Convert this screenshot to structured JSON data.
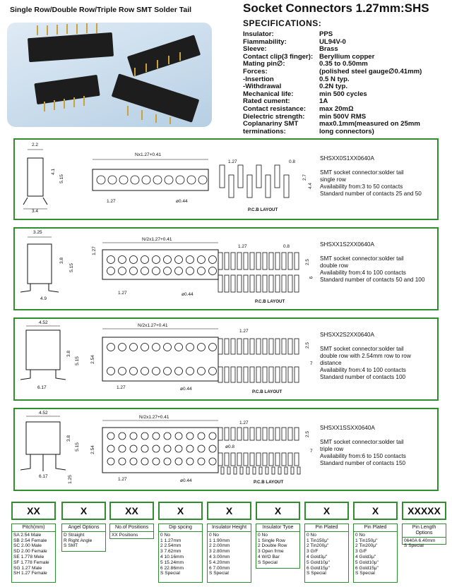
{
  "header": {
    "left_title": "Single Row/Double Row/Triple Row SMT Solder Tail",
    "right_title": "Socket Connectors 1.27mm:SHS"
  },
  "specs": {
    "title": "SPECIFICATIONS:",
    "rows": [
      {
        "k": "Insulator:",
        "v": "PPS"
      },
      {
        "k": "Fiammability:",
        "v": "UL94V-0"
      },
      {
        "k": "Sleeve:",
        "v": "Brass"
      },
      {
        "k": "Contact clip(3 finger):",
        "v": "Beryllium copper"
      },
      {
        "k": "Mating pin∅:",
        "v": "0.35 to 0.50mm"
      },
      {
        "k": "Forces:",
        "v": "(polished steel gauge∅0.41mm)"
      },
      {
        "k": "-Insertion",
        "v": "0.5 N typ."
      },
      {
        "k": "-Withdrawal",
        "v": "0.2N typ."
      },
      {
        "k": "Mechanical life:",
        "v": " min 500 cycles"
      },
      {
        "k": "Rated cument:",
        "v": " 1A"
      },
      {
        "k": "Contact resistance:",
        "v": " max 20mΩ"
      },
      {
        "k": "Dielectric strength:",
        "v": " min 500V RMS"
      },
      {
        "k": "Coplanariny SMT",
        "v": " max0.1mm(measured on 25mm"
      },
      {
        "k": "terminations:",
        "v": " long connectors)"
      }
    ]
  },
  "panels": [
    {
      "dims": {
        "w": "2.2",
        "h1": "4.1",
        "h2": "5.15",
        "base": "3.4",
        "top": "Nx1.27+0.41",
        "pitch": "1.27",
        "pin": "ø0.44"
      },
      "pcb": {
        "a": "1.27",
        "b": "0.8",
        "c": "2.7",
        "d": "4.4",
        "label": "P.C.B LAYOUT"
      },
      "desc": [
        "SHSXX0S1XX0640A",
        "",
        "SMT socket connector:solder tail",
        "single row",
        "Availability from:3 to 50 contacts",
        "Standard number of contacts 25 and 50"
      ]
    },
    {
      "dims": {
        "w": "3.25",
        "h1": "3.8",
        "h2": "5.15",
        "base": "4.9",
        "top": "N/2x1.27+0.41",
        "pitch": "1.27",
        "side": "1.27",
        "pin": "ø0.44"
      },
      "pcb": {
        "a": "1.27",
        "b": "0.8",
        "c": "2.5",
        "d": "6",
        "label": "P.C.B LAYOUT"
      },
      "desc": [
        "SHSXX1S2XX0640A",
        "",
        "SMT socket connector:solder tail",
        "double row",
        "Availability from:4 to 100 contacts",
        "Standard number of contacts 50 and 100"
      ]
    },
    {
      "dims": {
        "w": "4.52",
        "h1": "3.8",
        "h2": "5.15",
        "base": "6.17",
        "top": "N/2x1.27+0.41",
        "pitch": "1.27",
        "side": "2.54",
        "pin": "ø0.44"
      },
      "pcb": {
        "a": "1.27",
        "b": "2.5",
        "c": "7",
        "label": "P.C.B LAYOUT"
      },
      "desc": [
        "SHSXX2S2XX0640A",
        "",
        "SMT socket connector:solder tail",
        "double row with 2.54mm row to row",
        "distance",
        "Availability from:4 to 100 contacts",
        "Standard number of contacts 100"
      ]
    },
    {
      "dims": {
        "w": "4.52",
        "h1": "3.8",
        "h2": "5.15",
        "base": "6.17",
        "h3": "1.25",
        "top": "N/2x1.27+0.41",
        "pitch": "1.27",
        "side": "2.54",
        "pin": "ø0.44"
      },
      "pcb": {
        "a": "1.27",
        "b": "ø0.8",
        "c": "2.5",
        "d": "7",
        "label": "P.C.B LAYOUT"
      },
      "desc": [
        "SHSXX1SSXX0640A",
        "",
        "SMT socket connector:solder tail",
        "triple row",
        "Availability from:6 to 150 contacts",
        "Standard number of contacts 150"
      ]
    }
  ],
  "part_number": {
    "codes": [
      "XX",
      "X",
      "XX",
      "X",
      "X",
      "X",
      "X",
      "X",
      "XXXXX"
    ],
    "options": [
      {
        "title": "Pitch(mm)",
        "rows": [
          "SA 2.54 Male",
          "SB 2.54 Female",
          "SC 2.00 Male",
          "SD 2.00 Female",
          "SE 1.778 Mele",
          "SF 1.778 Female",
          "SG 1.27 Male",
          "SH 1.27 Female"
        ]
      },
      {
        "title": "Angel Options",
        "rows": [
          "D  Straight",
          "R  Right Angle",
          "S  SMT"
        ]
      },
      {
        "title": "No.of Positions",
        "rows": [
          "XX  Positions"
        ]
      },
      {
        "title": "Dip spcing",
        "rows": [
          "0      No",
          "1  1.27mm",
          "2  2.54mm",
          "3  7.62mm",
          "4  10.16mm",
          "5  15.24mm",
          "6  22.86mm",
          "S  Special"
        ]
      },
      {
        "title": "Insulator Height",
        "rows": [
          "0      No",
          "1  1.90mm",
          "2  2.00mm",
          "3  2.80mm",
          "4  3.00mm",
          "5  4.20mm",
          "6  7.00mm",
          "S  Special"
        ]
      },
      {
        "title": "Insulator Tyoe",
        "rows": [
          "0      No",
          "1  Single Row",
          "2  Double Row",
          "3  Open frme",
          "4  W/O Bar",
          "S  Special"
        ]
      },
      {
        "title": "Pin Plated",
        "rows": [
          "0      No",
          "1  Tin150μ\"",
          "2  Tin200μ\"",
          "3  G/F",
          "4  Gold3μ\"",
          "5  Gold10μ\"",
          "6  Gold15μ\"",
          "S  Special"
        ]
      },
      {
        "title": "Pin Plated",
        "rows": [
          "0      No",
          "1  Tin150μ\"",
          "2  Tin200μ\"",
          "3  G/F",
          "4  Gold3μ\"",
          "5  Gold10μ\"",
          "6  Gold15μ\"",
          "S  Special"
        ]
      },
      {
        "title": "Pin Length Options",
        "rows": [
          "0640A  6.40mm",
          "S        Special"
        ]
      }
    ]
  }
}
